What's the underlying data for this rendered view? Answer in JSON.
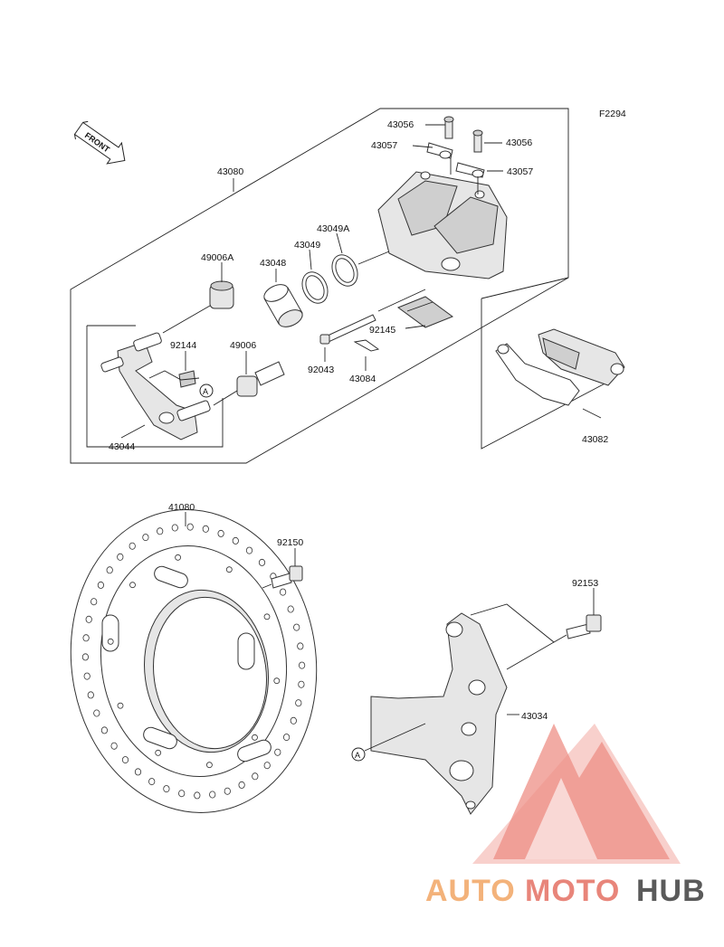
{
  "figure_code": "F2294",
  "front_label": "FRONT",
  "ref_marker": "A",
  "labels": {
    "p43056a": "43056",
    "p43056b": "43056",
    "p43057a": "43057",
    "p43057b": "43057",
    "p43080": "43080",
    "p43049A": "43049A",
    "p43049": "43049",
    "p43048": "43048",
    "p49006A": "49006A",
    "p92144": "92144",
    "p49006": "49006",
    "p92145": "92145",
    "p92043": "92043",
    "p43084": "43084",
    "p43044": "43044",
    "p43082": "43082",
    "p41080": "41080",
    "p92150": "92150",
    "p92153": "92153",
    "p43034": "43034"
  },
  "watermark": {
    "part1": "AUTO",
    "part2": "MOTO",
    "part3": "HUB",
    "colors": {
      "triangle_light": "#f4a7a0",
      "triangle_dark": "#e8685e",
      "auto": "#f3b27a",
      "moto": "#e8857a",
      "hub": "#5a5a5a"
    }
  }
}
